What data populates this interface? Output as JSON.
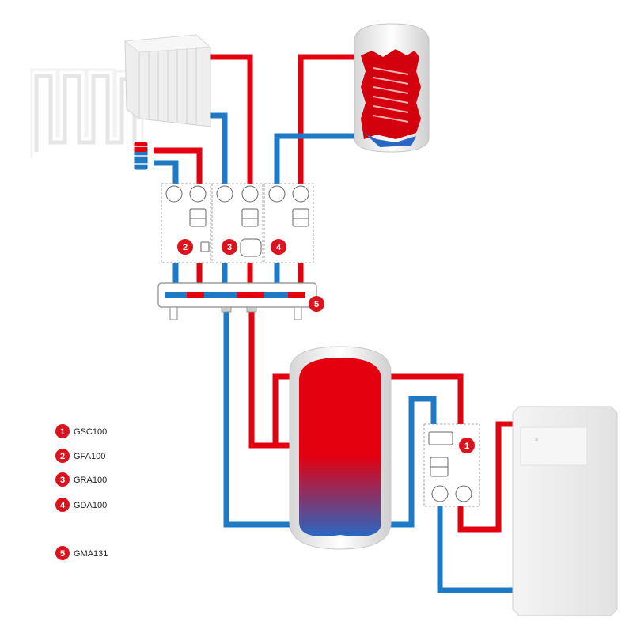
{
  "colors": {
    "hot": "#e3000f",
    "cold": "#1f7ac6",
    "badge": "#d9141e",
    "outline": "#8a8a8a",
    "background": "#ffffff"
  },
  "badges": {
    "module_gsc": "1",
    "module_gfa": "2",
    "module_gra": "3",
    "module_gda": "4",
    "manifold": "5"
  },
  "legend": [
    {
      "number": "1",
      "label": "GSC100"
    },
    {
      "number": "2",
      "label": "GFA100"
    },
    {
      "number": "3",
      "label": "GRA100"
    },
    {
      "number": "4",
      "label": "GDA100"
    },
    {
      "number": "5",
      "label": "GMA131"
    }
  ]
}
